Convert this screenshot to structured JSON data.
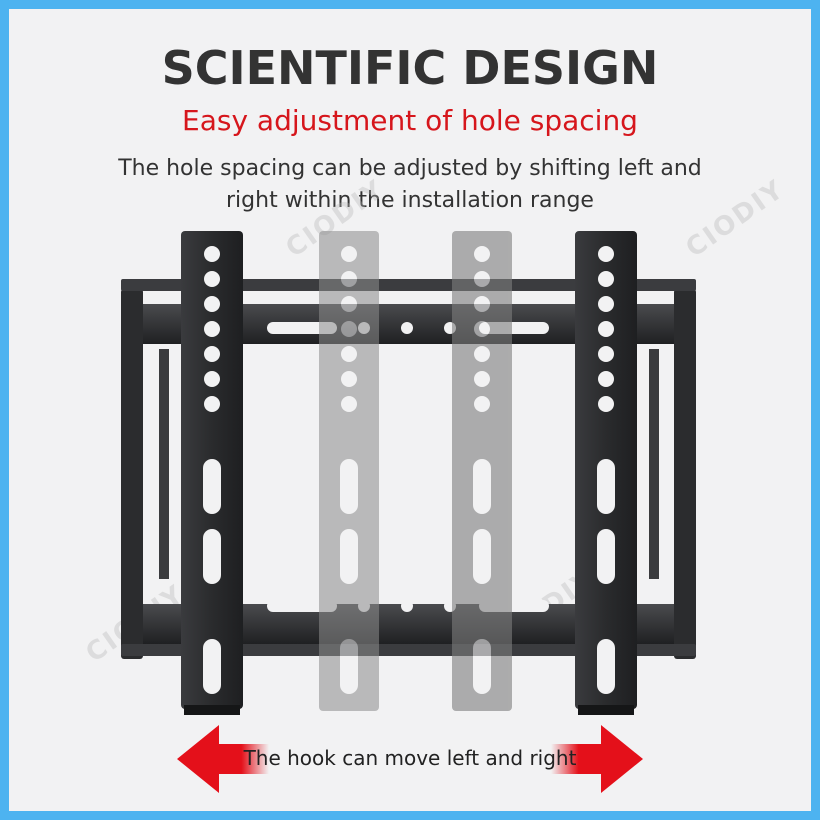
{
  "headline": "SCIENTIFIC DESIGN",
  "subheadline": "Easy adjustment of hole spacing",
  "description": "The hole spacing can be adjusted by shifting left and right within the installation range",
  "arrow_caption": "The hook can move left and right",
  "watermark": "CIODIY",
  "colors": {
    "border": "#4db3f0",
    "subheadline": "#d6161c",
    "headline": "#333333",
    "arrow": "#e4101a",
    "bracket_dark": "#2b2c2e",
    "bracket_ghost": "#9a9a9a"
  },
  "icons": [
    "left-arrow-icon",
    "right-arrow-icon"
  ]
}
